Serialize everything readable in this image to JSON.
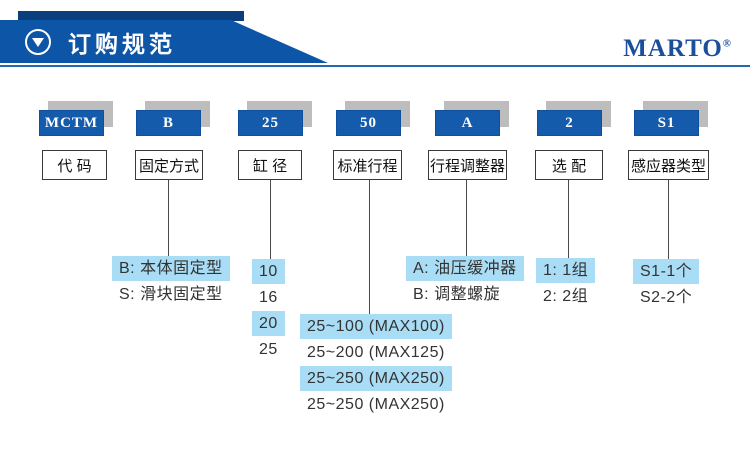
{
  "header": {
    "title": "订购规范",
    "logo": "MARTO",
    "logo_reg": "®",
    "banner_color": "#0d55a6",
    "accent_strip_color": "#0a3e7d",
    "logo_color": "#1b4f9e"
  },
  "colors": {
    "code_box": "#155bac",
    "code_box_shadow": "#bdbdbd",
    "option_highlight": "#a9dcf5",
    "connector_line": "#4a4a4a"
  },
  "columns": [
    {
      "code": "MCTM",
      "label": "代 码",
      "options": []
    },
    {
      "code": "B",
      "label": "固定方式",
      "options": [
        {
          "text": "B: 本体固定型",
          "highlighted": true
        },
        {
          "text": "S: 滑块固定型",
          "highlighted": false
        }
      ]
    },
    {
      "code": "25",
      "label": "缸 径",
      "options": [
        {
          "text": "10",
          "highlighted": true
        },
        {
          "text": "16",
          "highlighted": false
        },
        {
          "text": "20",
          "highlighted": true
        },
        {
          "text": "25",
          "highlighted": false
        }
      ]
    },
    {
      "code": "50",
      "label": "标准行程",
      "options": [
        {
          "text": "25~100 (MAX100)",
          "highlighted": true
        },
        {
          "text": "25~200 (MAX125)",
          "highlighted": false
        },
        {
          "text": "25~250 (MAX250)",
          "highlighted": true
        },
        {
          "text": "25~250 (MAX250)",
          "highlighted": false
        }
      ]
    },
    {
      "code": "A",
      "label": "行程调整器",
      "options": [
        {
          "text": "A: 油压缓冲器",
          "highlighted": true
        },
        {
          "text": "B: 调整螺旋",
          "highlighted": false
        }
      ]
    },
    {
      "code": "2",
      "label": "选 配",
      "options": [
        {
          "text": "1: 1组",
          "highlighted": true
        },
        {
          "text": "2: 2组",
          "highlighted": false
        }
      ]
    },
    {
      "code": "S1",
      "label": "感应器类型",
      "options": [
        {
          "text": "S1-1个",
          "highlighted": true
        },
        {
          "text": "S2-2个",
          "highlighted": false
        }
      ]
    }
  ]
}
